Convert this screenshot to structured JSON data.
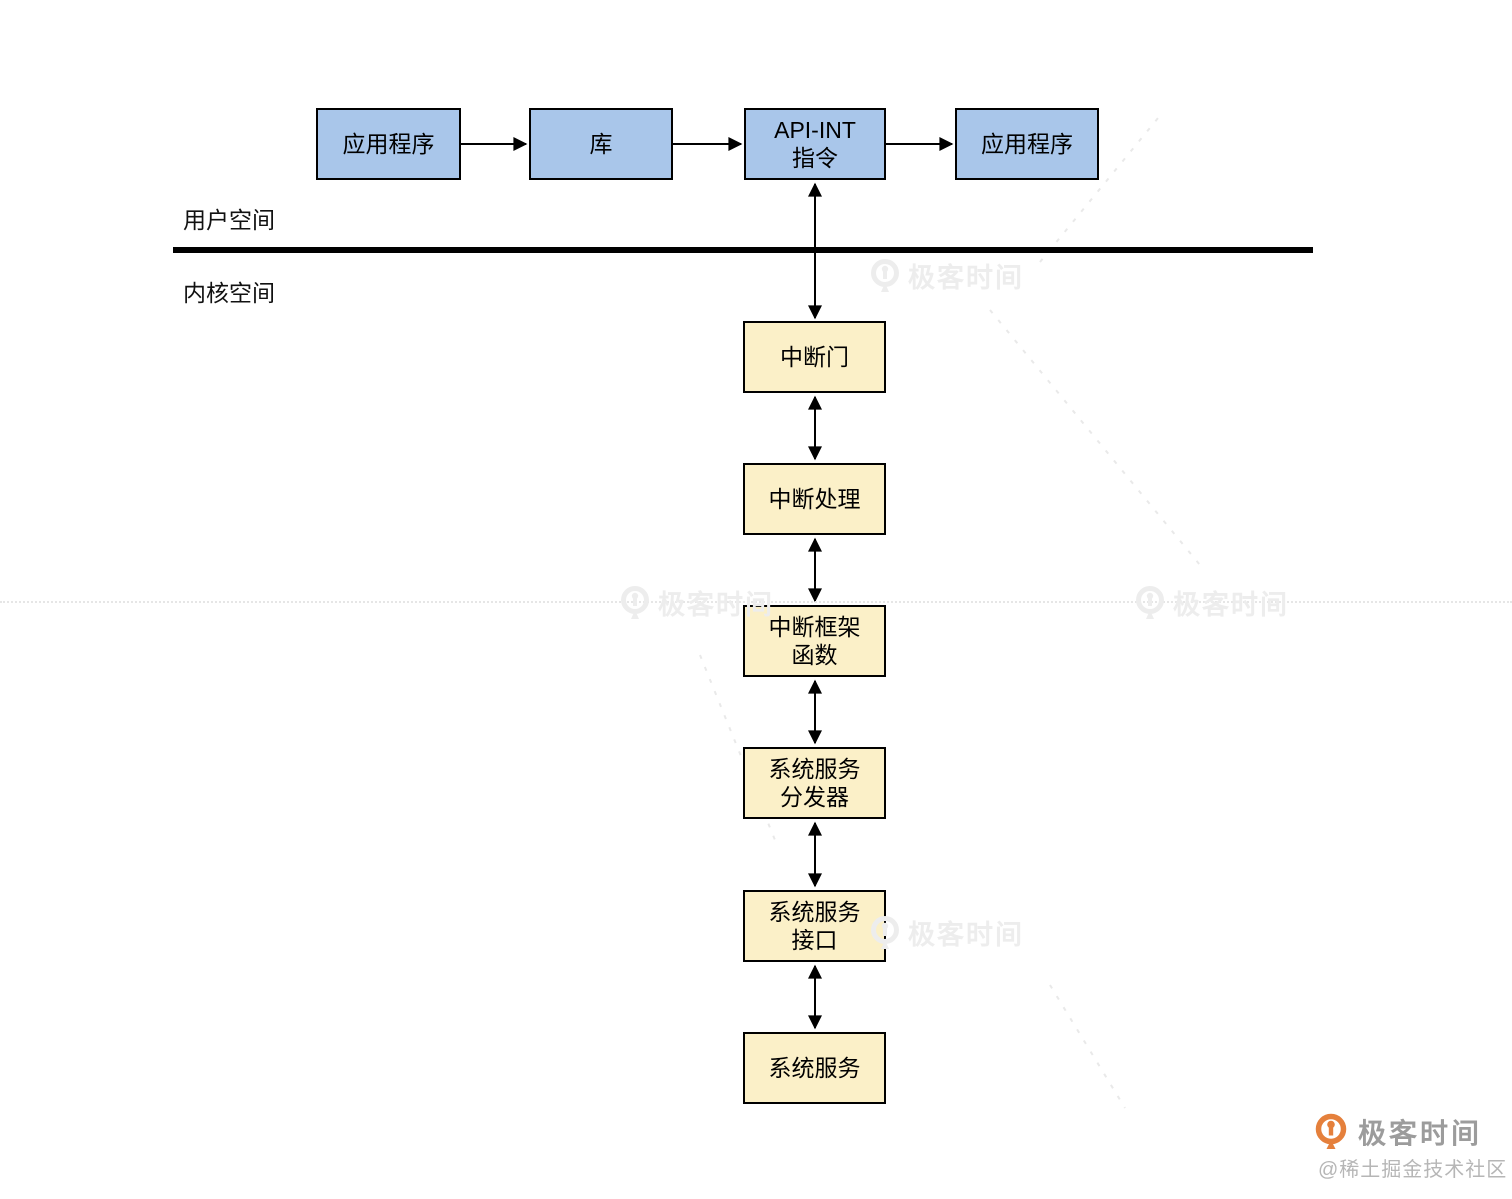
{
  "diagram": {
    "spaces": {
      "user": "用户空间",
      "kernel": "内核空间"
    },
    "top_row": [
      {
        "label": "应用程序"
      },
      {
        "label": "库"
      },
      {
        "label": "API-INT\n指令"
      },
      {
        "label": "应用程序"
      }
    ],
    "kernel_chain": [
      {
        "label": "中断门"
      },
      {
        "label": "中断处理"
      },
      {
        "label": "中断框架\n函数"
      },
      {
        "label": "系统服务\n分发器"
      },
      {
        "label": "系统服务\n接口"
      },
      {
        "label": "系统服务"
      }
    ],
    "colors": {
      "user_space_box_fill": "#a9c6ea",
      "kernel_box_fill": "#fbf0c8",
      "connector": "#000000",
      "divider": "#000000",
      "watermark_gray": "#ededed",
      "brand_orange": "#e5803c"
    }
  },
  "watermark": {
    "text": "极客时间"
  },
  "attribution": {
    "brand": "极客时间",
    "community": "@稀土掘金技术社区"
  }
}
